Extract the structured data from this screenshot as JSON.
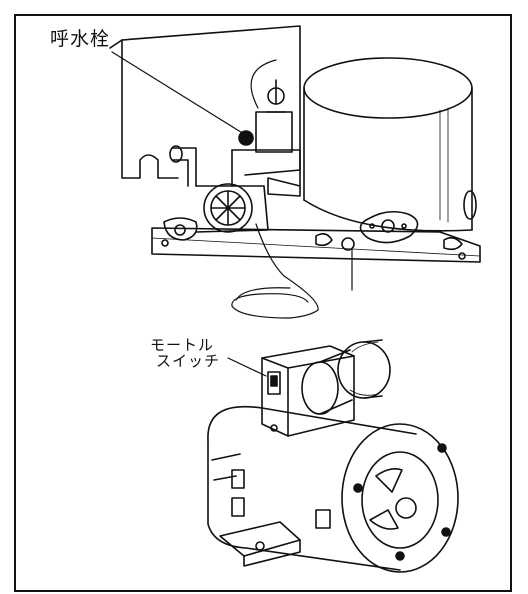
{
  "labels": {
    "air_vent_plug": "呼水栓",
    "motor_switch_line1": "モートル",
    "motor_switch_line2": "スイッチ"
  },
  "colors": {
    "ink": "#111111",
    "paper": "#ffffff"
  }
}
